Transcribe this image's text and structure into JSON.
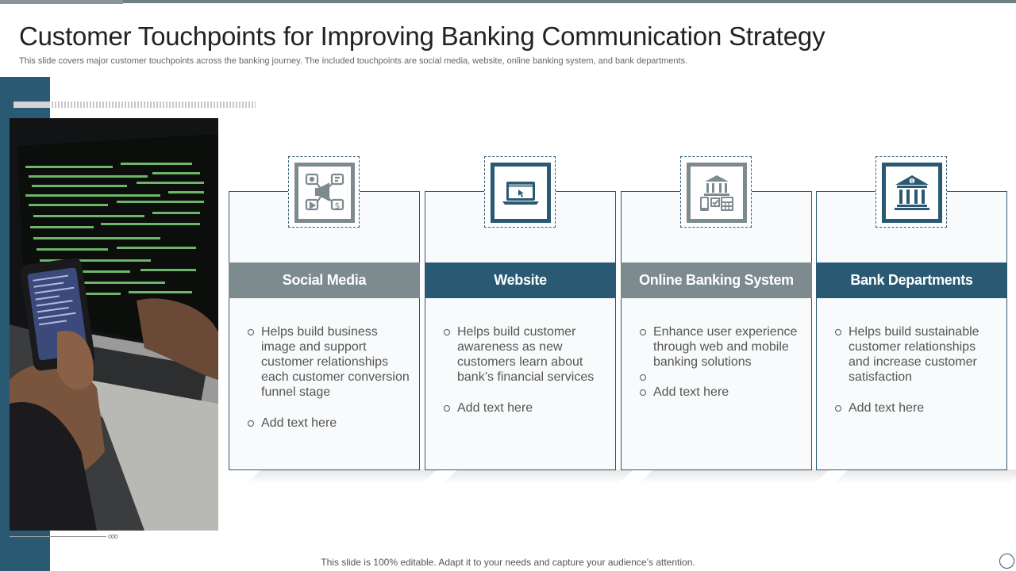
{
  "slide": {
    "title": "Customer Touchpoints for Improving Banking Communication Strategy",
    "subtitle": "This slide covers major customer touchpoints across the banking journey. The included touchpoints are social media, website, online banking system, and bank departments.",
    "footer": "This slide is 100% editable. Adapt it to your needs and capture your audience’s attention."
  },
  "colors": {
    "accent_blue": "#2a5a73",
    "accent_gray": "#7d8b8f"
  },
  "cards": [
    {
      "heading": "Social Media",
      "icon": "social-media-icon",
      "bullets": [
        "Helps build business image and support customer relationships each customer conversion funnel stage",
        "Add text here"
      ]
    },
    {
      "heading": "Website",
      "icon": "laptop-icon",
      "bullets": [
        "Helps build customer awareness as new customers learn about bank’s financial services",
        "Add text here"
      ]
    },
    {
      "heading": "Online Banking System",
      "icon": "online-banking-icon",
      "bullets": [
        "Enhance user experience through web and mobile banking solutions",
        "",
        "Add text here"
      ]
    },
    {
      "heading": "Bank Departments",
      "icon": "bank-building-icon",
      "bullets": [
        "Helps build sustainable customer relationships and increase customer satisfaction",
        "Add text here"
      ]
    }
  ],
  "photo": {
    "icon": "laptop-phone-photo"
  },
  "decor": {
    "dots": "ooo"
  }
}
